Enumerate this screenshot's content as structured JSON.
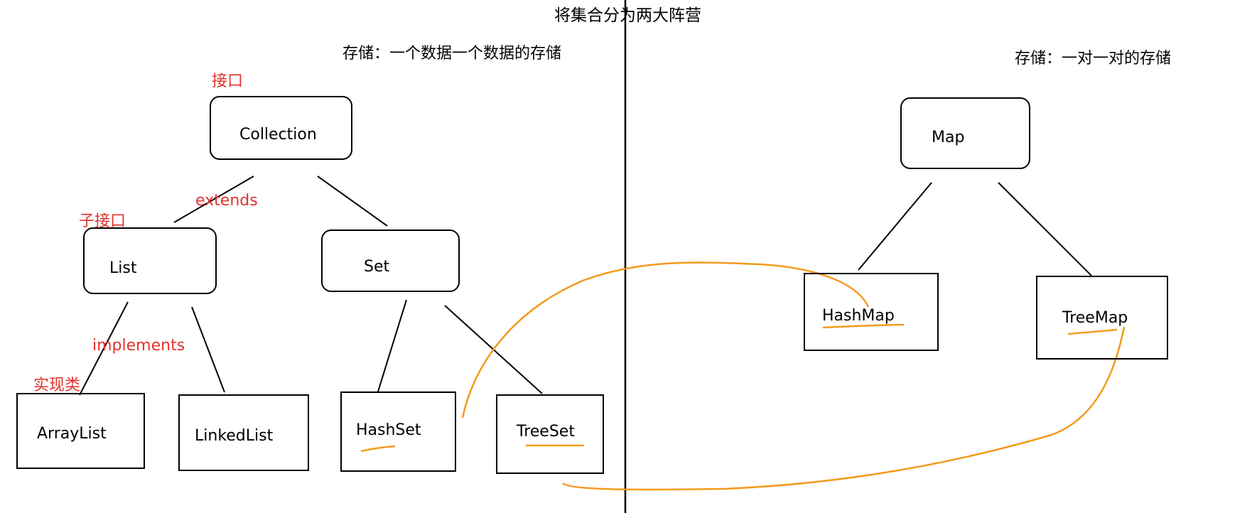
{
  "title": "将集合分为两大阵营",
  "left": {
    "caption": "存储：一个数据一个数据的存储",
    "labels": {
      "interface": "接口",
      "extends": "extends",
      "sub_interface": "子接口",
      "implements": "implements",
      "impl_class": "实现类"
    },
    "nodes": {
      "collection": "Collection",
      "list": "List",
      "set": "Set",
      "arraylist": "ArrayList",
      "linkedlist": "LinkedList",
      "hashset": "HashSet",
      "treeset": "TreeSet"
    }
  },
  "right": {
    "caption": "存储：一对一对的存储",
    "nodes": {
      "map": "Map",
      "hashmap": "HashMap",
      "treemap": "TreeMap"
    }
  },
  "colors": {
    "line": "#000000",
    "annotation": "#e0322d",
    "connector": "#f39a1c"
  }
}
